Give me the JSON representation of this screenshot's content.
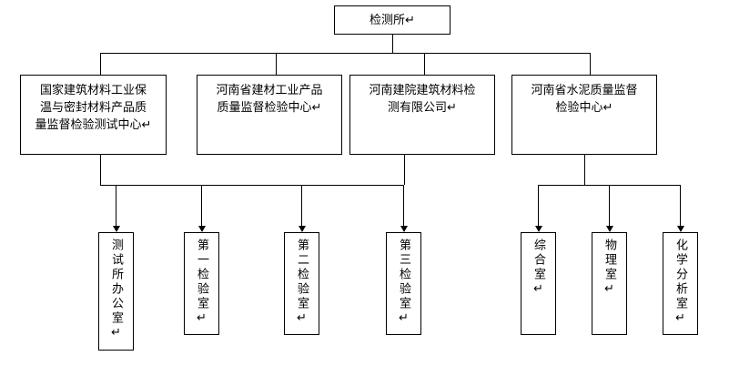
{
  "diagram": {
    "type": "org-chart",
    "title": "检测所组织结构图",
    "background_color": "#ffffff",
    "line_color": "#000000",
    "text_color": "#000000",
    "pilcrow_mark": "↵"
  },
  "root": {
    "label": "检测所↵"
  },
  "divisions": [
    {
      "id": "div-1",
      "label": "国家建筑材料工业保\n温与密封材料产品质\n量监督检验测试中心↵"
    },
    {
      "id": "div-2",
      "label": "河南省建材工业产品\n质量监督检验中心↵"
    },
    {
      "id": "div-3",
      "label": "河南建院建筑材料检\n测有限公司↵"
    },
    {
      "id": "div-4",
      "label": "河南省水泥质量监督\n检验中心↵"
    }
  ],
  "left_group": {
    "parent_id": "div-1",
    "units": [
      {
        "id": "unit-1",
        "label": "测试所办公室↵"
      },
      {
        "id": "unit-2",
        "label": "第一检验室↵"
      },
      {
        "id": "unit-3",
        "label": "第二检验室↵"
      },
      {
        "id": "unit-4",
        "label": "第三检验室↵"
      }
    ]
  },
  "right_group": {
    "parent_id": "div-4",
    "units": [
      {
        "id": "unit-5",
        "label": "综合室↵"
      },
      {
        "id": "unit-6",
        "label": "物理室↵"
      },
      {
        "id": "unit-7",
        "label": "化学分析室↵"
      }
    ]
  }
}
